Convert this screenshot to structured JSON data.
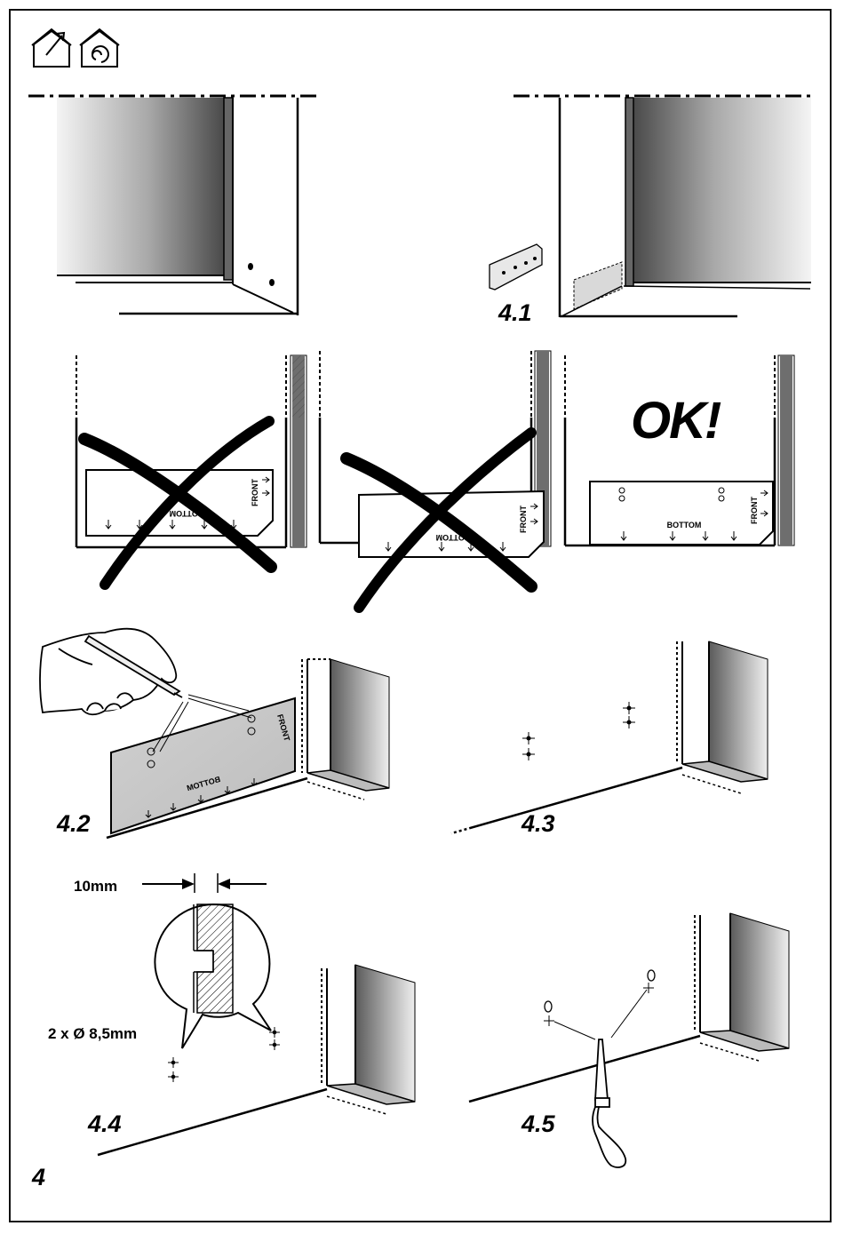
{
  "header": {
    "icons": [
      "house-exhaust-icon",
      "house-recirculation-icon"
    ]
  },
  "steps": {
    "s4_1": "4.1",
    "s4_2": "4.2",
    "s4_3": "4.3",
    "s4_4": "4.4",
    "s4_5": "4.5"
  },
  "check": {
    "ok_label": "OK!",
    "wrong_marks": [
      "x-mark",
      "x-mark"
    ]
  },
  "template": {
    "front_label": "FRONT",
    "bottom_label": "BOTTOM"
  },
  "dimensions": {
    "gap": "10mm",
    "holes": "2 x Ø 8,5mm"
  },
  "page_number": "4"
}
